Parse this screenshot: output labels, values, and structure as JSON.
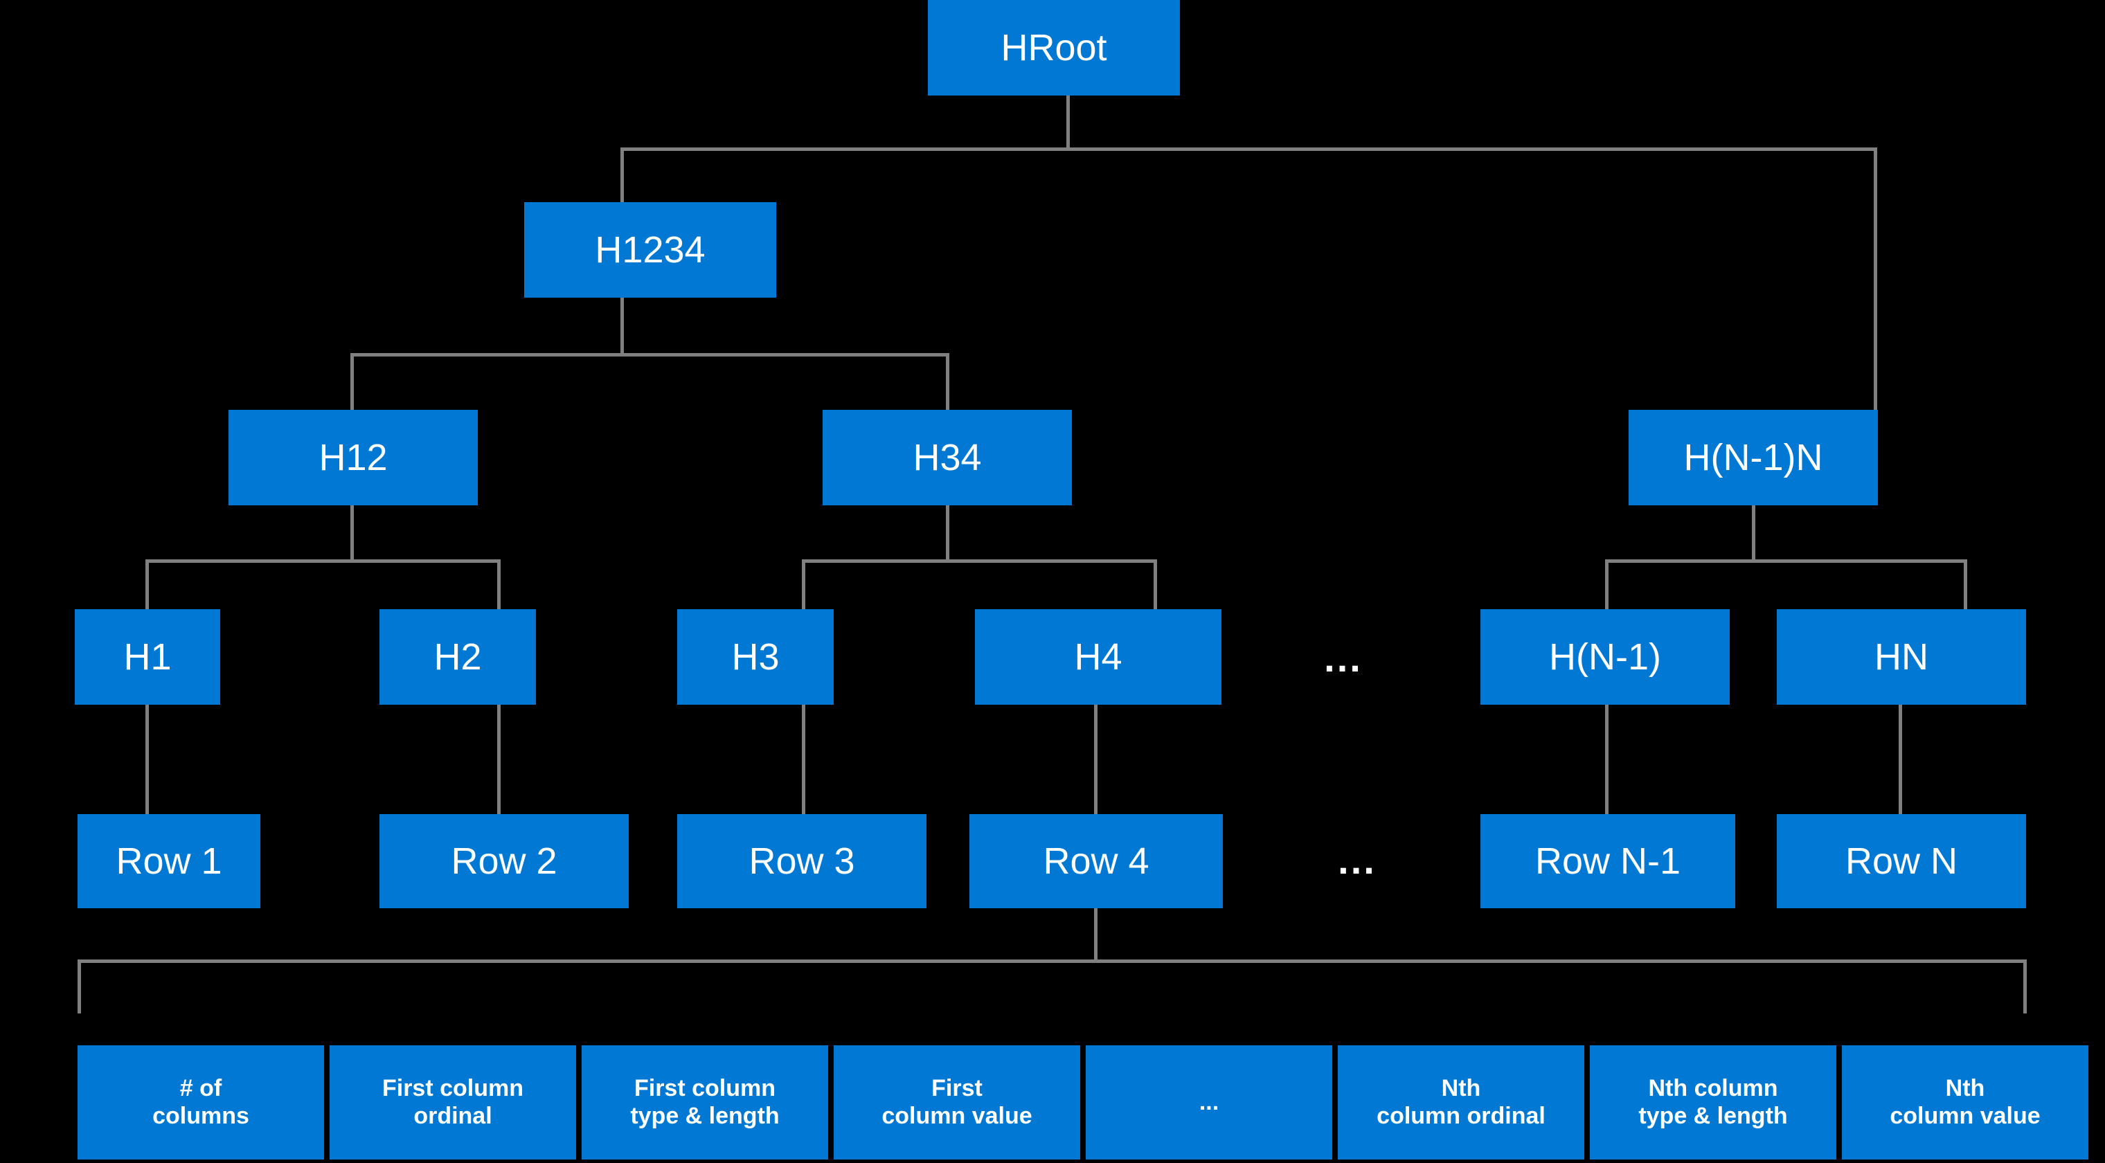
{
  "diagram": {
    "title": "B-tree style row/column storage hierarchy",
    "colors": {
      "background": "#000000",
      "node_fill": "#0078d4",
      "node_text": "#ffffff",
      "connector": "#808080"
    },
    "nodes": {
      "root": {
        "label": "HRoot"
      },
      "tier2": [
        {
          "label": "H1234"
        }
      ],
      "tier3": [
        {
          "label": "H12"
        },
        {
          "label": "H34"
        },
        {
          "label": "H(N-1)N"
        }
      ],
      "tier4": [
        {
          "label": "H1"
        },
        {
          "label": "H2"
        },
        {
          "label": "H3"
        },
        {
          "label": "H4"
        },
        {
          "label": "H(N-1)"
        },
        {
          "label": "HN"
        }
      ],
      "tier4_ellipsis": "...",
      "rows": [
        {
          "label": "Row 1"
        },
        {
          "label": "Row 2"
        },
        {
          "label": "Row 3"
        },
        {
          "label": "Row 4"
        },
        {
          "label": "Row N-1"
        },
        {
          "label": "Row N"
        }
      ],
      "rows_ellipsis": "...",
      "columns": [
        {
          "label": "# of\ncolumns",
          "line1": "# of",
          "line2": "columns"
        },
        {
          "label": "First column ordinal",
          "line1": "First column",
          "line2": "ordinal"
        },
        {
          "label": "First column type & length",
          "line1": "First column",
          "line2": "type & length"
        },
        {
          "label": "First column value",
          "line1": "First",
          "line2": "column value"
        },
        {
          "label": "...",
          "line1": "...",
          "line2": ""
        },
        {
          "label": "Nth column ordinal",
          "line1": "Nth",
          "line2": "column ordinal"
        },
        {
          "label": "Nth column type & length",
          "line1": "Nth column",
          "line2": "type & length"
        },
        {
          "label": "Nth column value",
          "line1": "Nth",
          "line2": "column value"
        }
      ]
    }
  }
}
